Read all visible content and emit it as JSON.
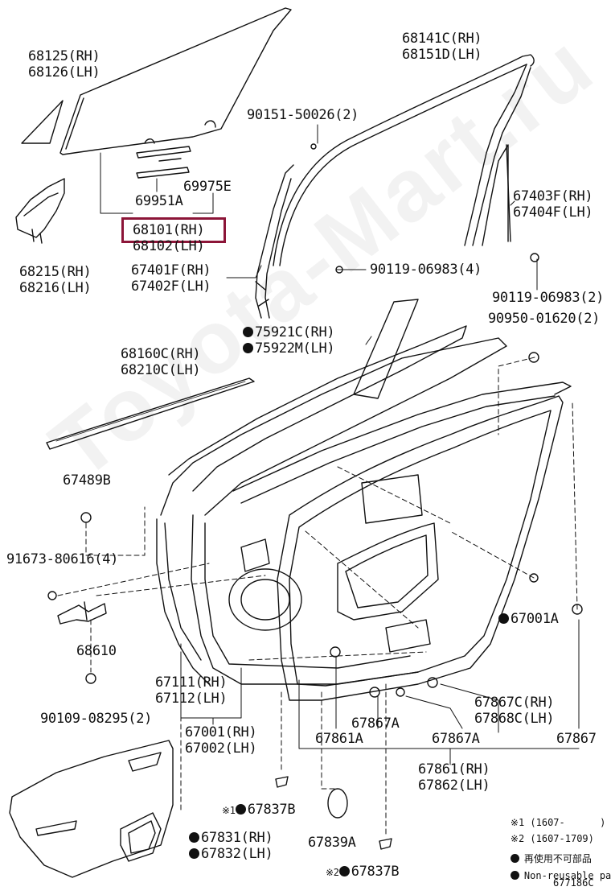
{
  "diagram": {
    "watermark": "Toyota-Mart.ru",
    "code": "677186C",
    "highlighted_part": "68101(RH)",
    "labels": [
      {
        "id": "p68125",
        "lines": [
          "68125(RH)",
          "68126(LH)"
        ],
        "bullet": false,
        "prefix": ""
      },
      {
        "id": "p68141",
        "lines": [
          "68141C(RH)",
          "68151D(LH)"
        ],
        "bullet": false,
        "prefix": ""
      },
      {
        "id": "p90151",
        "lines": [
          "90151-50026(2)"
        ],
        "bullet": false,
        "prefix": ""
      },
      {
        "id": "p69975",
        "lines": [
          "69975E"
        ],
        "bullet": false,
        "prefix": ""
      },
      {
        "id": "p69951",
        "lines": [
          "69951A"
        ],
        "bullet": false,
        "prefix": ""
      },
      {
        "id": "p67403",
        "lines": [
          "67403F(RH)",
          "67404F(LH)"
        ],
        "bullet": false,
        "prefix": ""
      },
      {
        "id": "p68101",
        "lines": [
          "68101(RH)",
          "68102(LH)"
        ],
        "bullet": false,
        "prefix": ""
      },
      {
        "id": "p68215",
        "lines": [
          "68215(RH)",
          "68216(LH)"
        ],
        "bullet": false,
        "prefix": ""
      },
      {
        "id": "p67401",
        "lines": [
          "67401F(RH)",
          "67402F(LH)"
        ],
        "bullet": false,
        "prefix": ""
      },
      {
        "id": "p90119a",
        "lines": [
          "90119-06983(4)"
        ],
        "bullet": false,
        "prefix": ""
      },
      {
        "id": "p90119b",
        "lines": [
          "90119-06983(2)"
        ],
        "bullet": false,
        "prefix": ""
      },
      {
        "id": "p75921",
        "lines": [
          "75921C(RH)",
          "75922M(LH)"
        ],
        "bullet": true,
        "prefix": ""
      },
      {
        "id": "p90950",
        "lines": [
          "90950-01620(2)"
        ],
        "bullet": false,
        "prefix": ""
      },
      {
        "id": "p68160",
        "lines": [
          "68160C(RH)",
          "68210C(LH)"
        ],
        "bullet": false,
        "prefix": ""
      },
      {
        "id": "p67489",
        "lines": [
          "67489B"
        ],
        "bullet": false,
        "prefix": ""
      },
      {
        "id": "p91673",
        "lines": [
          "91673-80616(4)"
        ],
        "bullet": false,
        "prefix": ""
      },
      {
        "id": "p67001a",
        "lines": [
          "67001A"
        ],
        "bullet": true,
        "prefix": ""
      },
      {
        "id": "p68610",
        "lines": [
          "68610"
        ],
        "bullet": false,
        "prefix": ""
      },
      {
        "id": "p67111",
        "lines": [
          "67111(RH)",
          "67112(LH)"
        ],
        "bullet": false,
        "prefix": ""
      },
      {
        "id": "p67867c",
        "lines": [
          "67867C(RH)",
          "67868C(LH)"
        ],
        "bullet": false,
        "prefix": ""
      },
      {
        "id": "p90109",
        "lines": [
          "90109-08295(2)"
        ],
        "bullet": false,
        "prefix": ""
      },
      {
        "id": "p67867a1",
        "lines": [
          "67867A"
        ],
        "bullet": false,
        "prefix": ""
      },
      {
        "id": "p67001",
        "lines": [
          "67001(RH)",
          "67002(LH)"
        ],
        "bullet": false,
        "prefix": ""
      },
      {
        "id": "p67861a",
        "lines": [
          "67861A"
        ],
        "bullet": false,
        "prefix": ""
      },
      {
        "id": "p67867a2",
        "lines": [
          "67867A"
        ],
        "bullet": false,
        "prefix": ""
      },
      {
        "id": "p67867",
        "lines": [
          "67867"
        ],
        "bullet": false,
        "prefix": ""
      },
      {
        "id": "p67861",
        "lines": [
          "67861(RH)",
          "67862(LH)"
        ],
        "bullet": false,
        "prefix": ""
      },
      {
        "id": "p67837b1",
        "lines": [
          "67837B"
        ],
        "bullet": true,
        "prefix": "※1"
      },
      {
        "id": "p67831",
        "lines": [
          "67831(RH)",
          "67832(LH)"
        ],
        "bullet": true,
        "prefix": ""
      },
      {
        "id": "p67839",
        "lines": [
          "67839A"
        ],
        "bullet": false,
        "prefix": ""
      },
      {
        "id": "p67837b2",
        "lines": [
          "67837B"
        ],
        "bullet": true,
        "prefix": "※2"
      }
    ],
    "legend": [
      {
        "id": "n1",
        "text": "※1 (1607-      )",
        "bullet": false
      },
      {
        "id": "n2",
        "text": "※2 (1607-1709)",
        "bullet": false
      },
      {
        "id": "n3",
        "text": "再使用不可部品",
        "bullet": true
      },
      {
        "id": "n4",
        "text": "Non-reusable part",
        "bullet": true
      }
    ]
  }
}
